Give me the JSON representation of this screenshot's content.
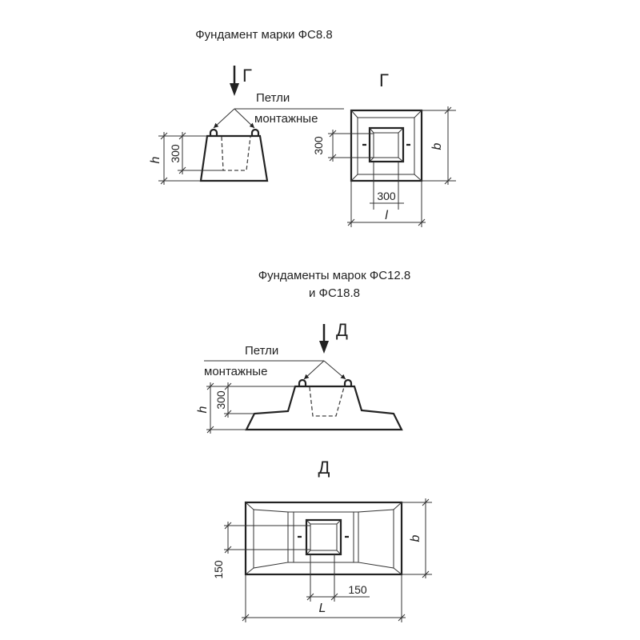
{
  "top": {
    "title": "Фундамент марки ФС8.8",
    "view_letter": "Г",
    "loops_label_1": "Петли",
    "loops_label_2": "монтажные",
    "dim_h": "h",
    "dim_300_elev": "300",
    "dim_300_plan_v": "300",
    "dim_300_plan_h": "300",
    "dim_b": "b",
    "dim_l": "l"
  },
  "bottom": {
    "title_1": "Фундаменты марок ФС12.8",
    "title_2": "и ФС18.8",
    "view_letter": "Д",
    "loops_label_1": "Петли",
    "loops_label_2": "монтажные",
    "dim_h": "h",
    "dim_300": "300",
    "dim_150_v": "150",
    "dim_150_h": "150",
    "dim_b": "b",
    "dim_L": "L"
  }
}
